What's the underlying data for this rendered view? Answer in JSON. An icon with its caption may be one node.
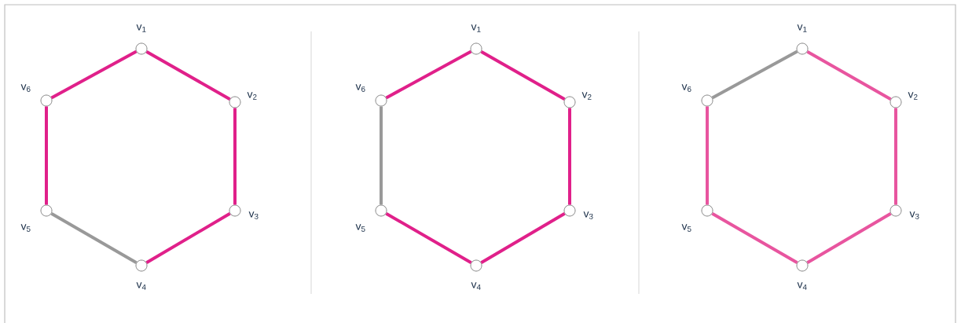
{
  "diagram": {
    "nodes": [
      {
        "text": [],
        "shape": "circle",
        "beside": [
          "v$_{1}$"
        ]
      },
      {
        "text": [],
        "shape": "circle",
        "beside": [
          "v$_{2}$"
        ]
      },
      {
        "text": [],
        "shape": "circle",
        "beside": [
          "v$_{3}$"
        ]
      },
      {
        "text": [],
        "shape": "circle",
        "beside": [
          "v$_{4}$"
        ]
      },
      {
        "text": [],
        "shape": "circle",
        "beside": [
          "v$_{5}$"
        ]
      },
      {
        "text": [],
        "shape": "circle",
        "beside": [
          "v$_{6}$"
        ]
      },
      {
        "text": [],
        "shape": "circle",
        "beside": [
          "v$_{1}$"
        ]
      },
      {
        "text": [],
        "shape": "circle",
        "beside": [
          "v$_{2}$"
        ]
      },
      {
        "text": [],
        "shape": "circle",
        "beside": [
          "v$_{3}$"
        ]
      },
      {
        "text": [],
        "shape": "circle",
        "beside": [
          "v$_{4}$"
        ]
      },
      {
        "text": [],
        "shape": "circle",
        "beside": [
          "v$_{5}$"
        ]
      },
      {
        "text": [],
        "shape": "circle",
        "beside": [
          "v$_{6}$"
        ]
      },
      {
        "text": [],
        "shape": "circle",
        "beside": [
          "v$_{1}$"
        ]
      },
      {
        "text": [],
        "shape": "circle",
        "beside": [
          "v$_{2}$"
        ]
      },
      {
        "text": [],
        "shape": "circle",
        "beside": [
          "v$_{3}$"
        ]
      },
      {
        "text": [],
        "shape": "circle",
        "beside": [
          "v$_{4}$"
        ]
      },
      {
        "text": [],
        "shape": "circle",
        "beside": [
          "v$_{5}$"
        ]
      },
      {
        "text": [],
        "shape": "circle",
        "beside": [
          "v$_{6}$"
        ]
      }
    ],
    "edges": [
      {
        "from": 0,
        "to": 1,
        "arrow": "none",
        "color": "#e0208a"
      },
      {
        "from": 1,
        "to": 2,
        "arrow": "none",
        "color": "#e0208a"
      },
      {
        "from": 2,
        "to": 3,
        "arrow": "none",
        "color": "#e0208a"
      },
      {
        "from": 3,
        "to": 4,
        "arrow": "none",
        "color": "#999999"
      },
      {
        "from": 4,
        "to": 5,
        "arrow": "none",
        "color": "#e0208a"
      },
      {
        "from": 5,
        "to": 0,
        "arrow": "none",
        "color": "#e0208a"
      },
      {
        "from": 6,
        "to": 7,
        "arrow": "none",
        "color": "#e0208a"
      },
      {
        "from": 7,
        "to": 8,
        "arrow": "none",
        "color": "#e0208a"
      },
      {
        "from": 8,
        "to": 9,
        "arrow": "none",
        "color": "#e0208a"
      },
      {
        "from": 9,
        "to": 10,
        "arrow": "none",
        "color": "#e0208a"
      },
      {
        "from": 10,
        "to": 11,
        "arrow": "none",
        "color": "#999999"
      },
      {
        "from": 11,
        "to": 6,
        "arrow": "none",
        "color": "#e0208a"
      },
      {
        "from": 12,
        "to": 13,
        "arrow": "none",
        "color": "#e8559f"
      },
      {
        "from": 13,
        "to": 14,
        "arrow": "none",
        "color": "#e8559f"
      },
      {
        "from": 14,
        "to": 15,
        "arrow": "none",
        "color": "#e8559f"
      },
      {
        "from": 15,
        "to": 16,
        "arrow": "none",
        "color": "#e8559f"
      },
      {
        "from": 16,
        "to": 17,
        "arrow": "none",
        "color": "#e8559f"
      },
      {
        "from": 17,
        "to": 12,
        "arrow": "none",
        "color": "#999999"
      }
    ]
  }
}
